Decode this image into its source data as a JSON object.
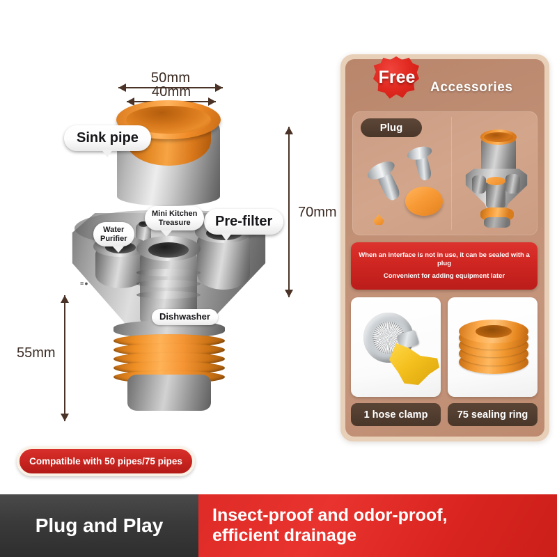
{
  "dimensions": {
    "outer_diameter": "50mm",
    "inner_diameter": "40mm",
    "height": "70mm",
    "lower_height": "55mm"
  },
  "callouts": {
    "sink_pipe": "Sink pipe",
    "pre_filter": "Pre-filter",
    "mini_kitchen_treasure": "Mini Kitchen\nTreasure",
    "water_purifier": "Water\nPurifier",
    "dishwasher": "Dishwasher"
  },
  "compat_pill": "Compatible with 50 pipes/75 pipes",
  "accessories": {
    "free_badge": "Free",
    "title": "Accessories",
    "plug_tag": "Plug",
    "note_line1": "When an interface is not in use, it can be sealed with a plug",
    "note_line2": "Convenient for adding equipment later",
    "cards": [
      {
        "caption": "1 hose clamp",
        "icon": "hose-clamp-icon"
      },
      {
        "caption": "75 sealing ring",
        "icon": "sealing-ring-icon"
      }
    ]
  },
  "bottom_bar": {
    "left": "Plug and Play",
    "right_line1": "Insect-proof and odor-proof,",
    "right_line2": "efficient drainage"
  },
  "colors": {
    "accent_red": "#d9241f",
    "accent_orange": "#f59534",
    "dark_bar": "#3a3a3a",
    "panel_tan": "#c0906f"
  }
}
